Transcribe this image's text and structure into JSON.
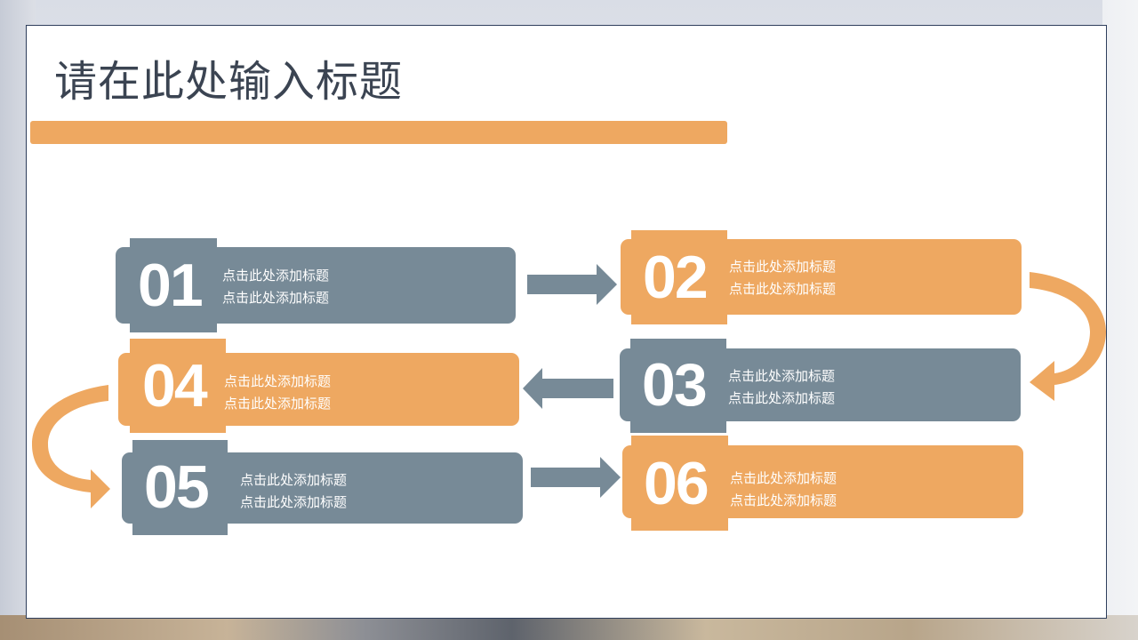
{
  "title": "请在此处输入标题",
  "colors": {
    "gray": "#778a97",
    "orange": "#eea861",
    "title_text": "#3b4452"
  },
  "steps": [
    {
      "number": "01",
      "line1": "点击此处添加标题",
      "line2": "点击此处添加标题",
      "color": "gray"
    },
    {
      "number": "02",
      "line1": "点击此处添加标题",
      "line2": "点击此处添加标题",
      "color": "orange"
    },
    {
      "number": "03",
      "line1": "点击此处添加标题",
      "line2": "点击此处添加标题",
      "color": "gray"
    },
    {
      "number": "04",
      "line1": "点击此处添加标题",
      "line2": "点击此处添加标题",
      "color": "orange"
    },
    {
      "number": "05",
      "line1": "点击此处添加标题",
      "line2": "点击此处添加标题",
      "color": "gray"
    },
    {
      "number": "06",
      "line1": "点击此处添加标题",
      "line2": "点击此处添加标题",
      "color": "orange"
    }
  ],
  "arrows": [
    {
      "name": "arrow-right-01-02",
      "icon": "arrow-right-icon",
      "color": "gray"
    },
    {
      "name": "arrow-curve-02-03",
      "icon": "curved-arrow-down-icon",
      "color": "orange"
    },
    {
      "name": "arrow-left-03-04",
      "icon": "arrow-left-icon",
      "color": "gray"
    },
    {
      "name": "arrow-curve-04-05",
      "icon": "curved-arrow-down-icon",
      "color": "orange"
    },
    {
      "name": "arrow-right-05-06",
      "icon": "arrow-right-icon",
      "color": "gray"
    }
  ]
}
